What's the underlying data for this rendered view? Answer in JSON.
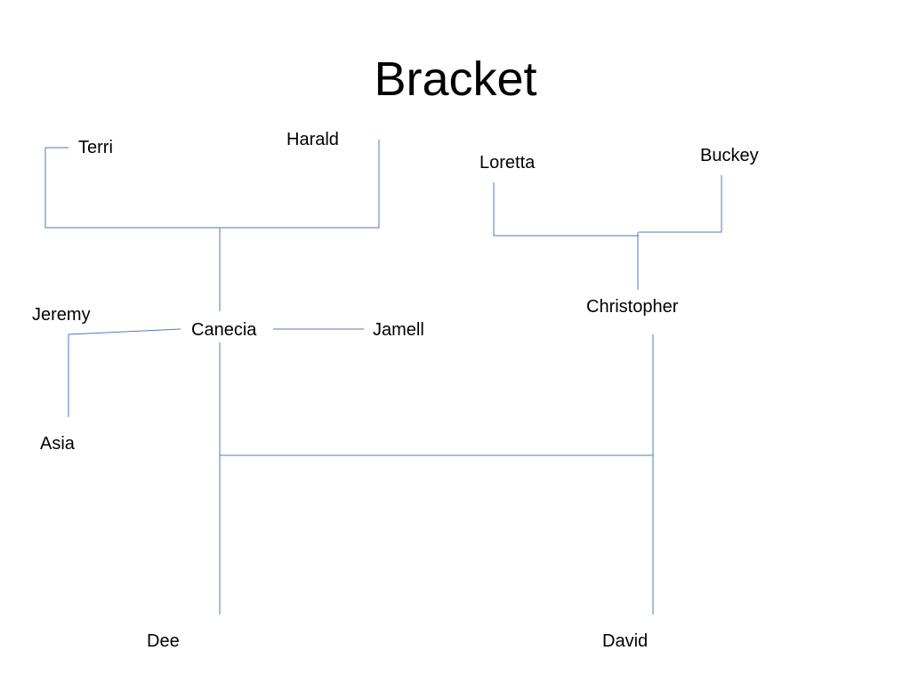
{
  "slide": {
    "title": "Bracket"
  },
  "colors": {
    "line": "#4a7ebb",
    "text": "#000000",
    "background": "#ffffff"
  },
  "names": {
    "terri": "Terri",
    "harald": "Harald",
    "loretta": "Loretta",
    "buckey": "Buckey",
    "jeremy": "Jeremy",
    "canecia": "Canecia",
    "jamell": "Jamell",
    "christopher": "Christopher",
    "asia": "Asia",
    "dee": "Dee",
    "david": "David"
  }
}
